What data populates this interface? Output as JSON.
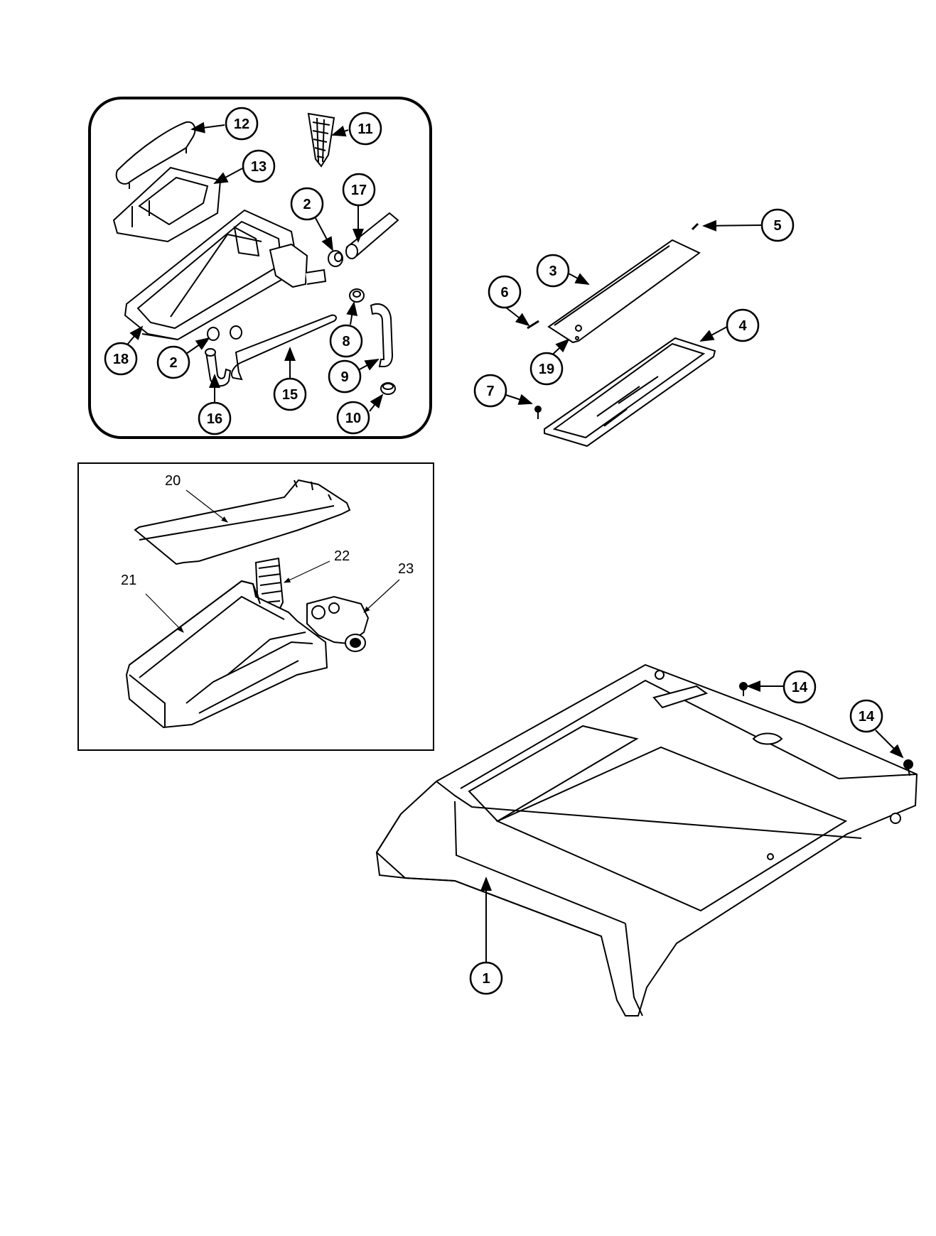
{
  "diagram": {
    "callouts": {
      "c1": "1",
      "c2a": "2",
      "c2b": "2",
      "c3": "3",
      "c4": "4",
      "c5": "5",
      "c6": "6",
      "c7": "7",
      "c8": "8",
      "c9": "9",
      "c10": "10",
      "c11": "11",
      "c12": "12",
      "c13": "13",
      "c14a": "14",
      "c14b": "14",
      "c15": "15",
      "c16": "16",
      "c17": "17",
      "c18": "18",
      "c19": "19"
    },
    "labels": {
      "l20": "20",
      "l21": "21",
      "l22": "22",
      "l23": "23"
    }
  }
}
